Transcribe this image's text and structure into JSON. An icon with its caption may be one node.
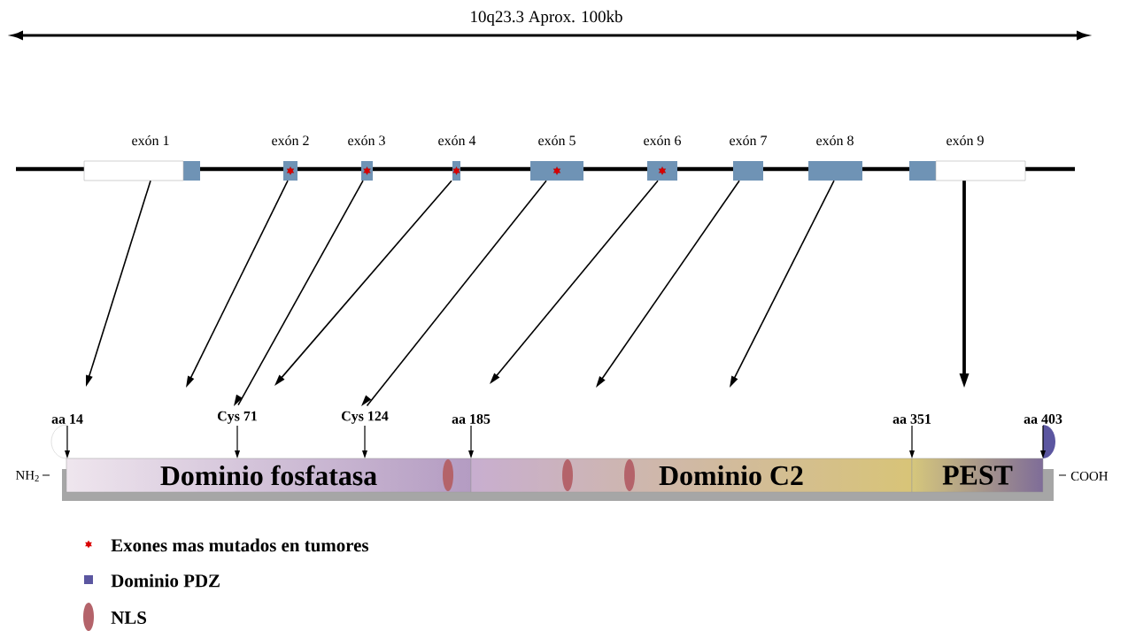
{
  "diagram": {
    "title": "10q23.3  Aprox. 100kb",
    "nodes": [
      {
        "text": [
          "exón 1"
        ]
      },
      {
        "text": [
          "exón 2"
        ]
      },
      {
        "text": [
          "exón 3"
        ]
      },
      {
        "text": [
          "exón 4"
        ]
      },
      {
        "text": [
          "exón 5"
        ]
      },
      {
        "text": [
          "exón 6"
        ]
      },
      {
        "text": [
          "exón 7"
        ]
      },
      {
        "text": [
          "exón 8"
        ]
      },
      {
        "text": [
          "exón 9"
        ]
      },
      {
        "text": [
          "aa 14"
        ]
      },
      {
        "text": [
          "Cys 71"
        ]
      },
      {
        "text": [
          "Cys 124"
        ]
      },
      {
        "text": [
          "aa 185"
        ]
      },
      {
        "text": [
          "aa 351"
        ]
      },
      {
        "text": [
          "aa 403"
        ]
      },
      {
        "text": [
          "Dominio fosfatasa"
        ]
      },
      {
        "text": [
          "Dominio C2"
        ]
      },
      {
        "text": [
          "PEST"
        ]
      }
    ],
    "edges": [
      {
        "from": 0,
        "to": null,
        "arrow": "to"
      },
      {
        "from": 1,
        "to": null,
        "arrow": "to"
      },
      {
        "from": 2,
        "to": 10,
        "arrow": "to"
      },
      {
        "from": 3,
        "to": null,
        "arrow": "to"
      },
      {
        "from": 4,
        "to": 11,
        "arrow": "to"
      },
      {
        "from": 5,
        "to": null,
        "arrow": "to"
      },
      {
        "from": 6,
        "to": null,
        "arrow": "to"
      },
      {
        "from": 7,
        "to": null,
        "arrow": "to"
      },
      {
        "from": 8,
        "to": null,
        "arrow": "to",
        "style": "thick"
      },
      {
        "from": 9,
        "to": 15,
        "arrow": "to"
      },
      {
        "from": 10,
        "to": 15,
        "arrow": "to"
      },
      {
        "from": 11,
        "to": 15,
        "arrow": "to"
      },
      {
        "from": 12,
        "to": 16,
        "arrow": "to"
      },
      {
        "from": 13,
        "to": 17,
        "arrow": "to"
      },
      {
        "from": 14,
        "to": 17,
        "arrow": "to"
      }
    ],
    "labels": [
      "NH$_{2}$",
      "COOH"
    ],
    "legend": [
      {
        "text": "Exones mas mutados en tumores"
      },
      {
        "text": "Dominio PDZ",
        "color": "#5b56a0"
      },
      {
        "text": "NLS",
        "color": "#b4636a"
      }
    ]
  }
}
